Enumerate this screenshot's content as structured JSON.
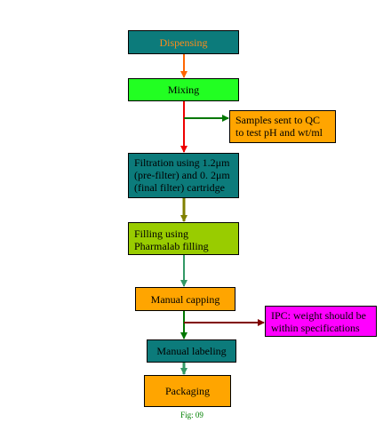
{
  "steps": {
    "dispensing": "Dispensing",
    "mixing": "Mixing",
    "qc_sample": "Samples sent to QC\nto test pH and wt/ml",
    "filtration": "Filtration using 1.2μm\n(pre-filter) and 0. 2μm\n(final filter) cartridge",
    "filling": "Filling using\nPharmalab filling",
    "capping": "Manual capping",
    "ipc": "IPC: weight should be\nwithin specifications",
    "labeling": "Manual labeling",
    "packaging": "Packaging"
  },
  "caption": "Fig: 09",
  "colors": {
    "dispensing_fill": "#0c7b7b",
    "dispensing_text": "#ff8c1a",
    "mixing_fill": "#22ff22",
    "qc_fill": "#ffa500",
    "filtration_fill": "#0c7b7b",
    "filling_fill": "#99cc00",
    "capping_fill": "#ffa500",
    "ipc_fill": "#ff00ff",
    "labeling_fill": "#0c7b7b",
    "packaging_fill": "#ffa500",
    "caption_text": "#008000",
    "arrow_orange": "#ff6600",
    "arrow_red": "#ee0000",
    "arrow_green": "#007700",
    "arrow_olive": "#808000",
    "arrow_teal": "#339966",
    "arrow_maroon": "#800000"
  }
}
